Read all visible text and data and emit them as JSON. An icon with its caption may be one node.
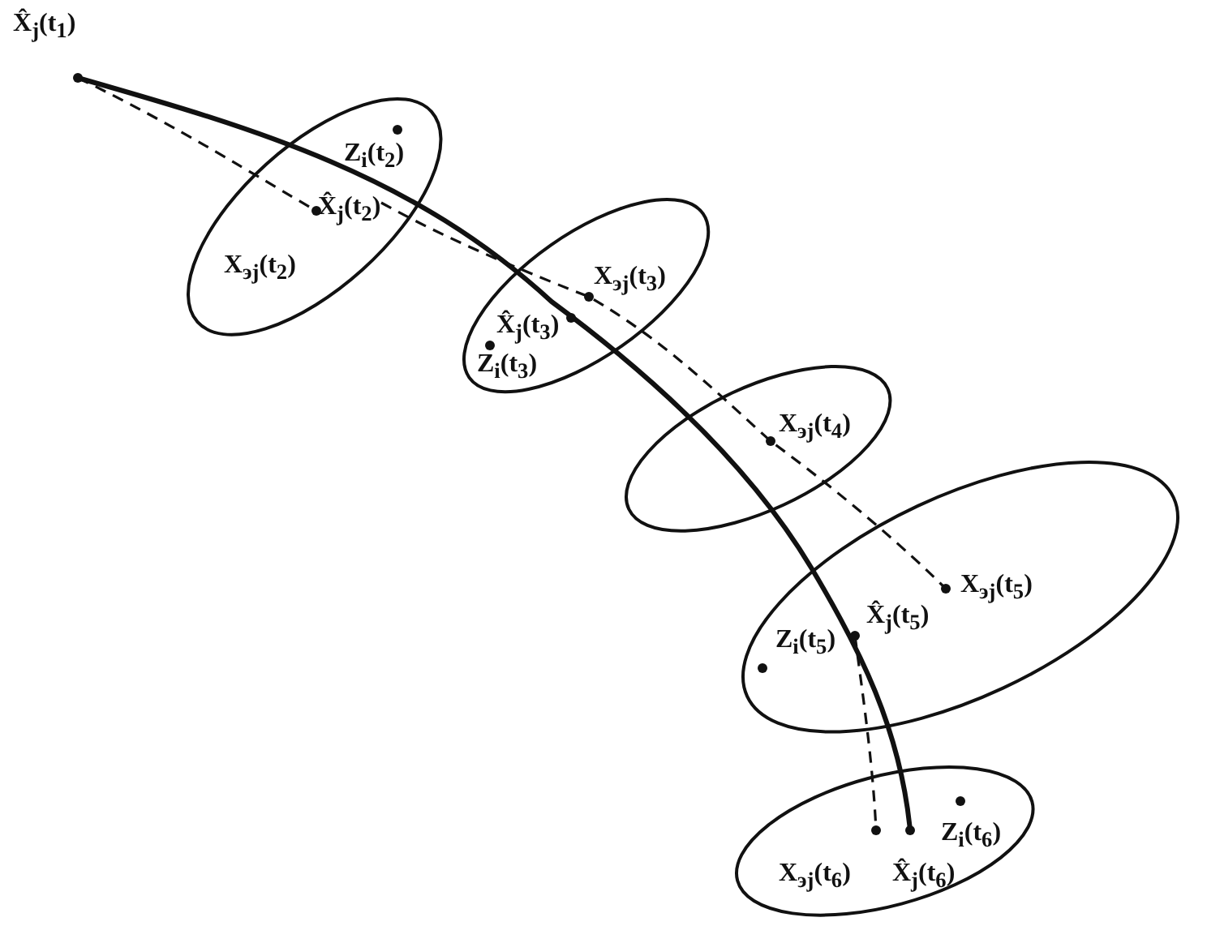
{
  "diagram": {
    "nodes": [
      {
        "text": [
          "Z$_{i}$(t$_{2}$)",
          "X̂$_{j}$(t$_{2}$)",
          "X$_{эj}$(t$_{2}$)"
        ]
      },
      {
        "text": [
          "X$_{эj}$(t$_{3}$)",
          "X̂$_{j}$(t$_{3}$)",
          "Z$_{i}$(t$_{3}$)"
        ]
      },
      {
        "text": [
          "X$_{эj}$(t$_{4}$)"
        ]
      },
      {
        "text": [
          "X$_{эj}$(t$_{5}$)",
          "X̂$_{j}$(t$_{5}$)",
          "Z$_{i}$(t$_{5}$)"
        ]
      },
      {
        "text": [
          "Z$_{i}$(t$_{6}$)",
          "X$_{эj}$(t$_{6}$)",
          "X̂$_{j}$(t$_{6}$)"
        ]
      }
    ],
    "labels": [
      "X̂$_{j}$(t$_{1}$)"
    ]
  }
}
